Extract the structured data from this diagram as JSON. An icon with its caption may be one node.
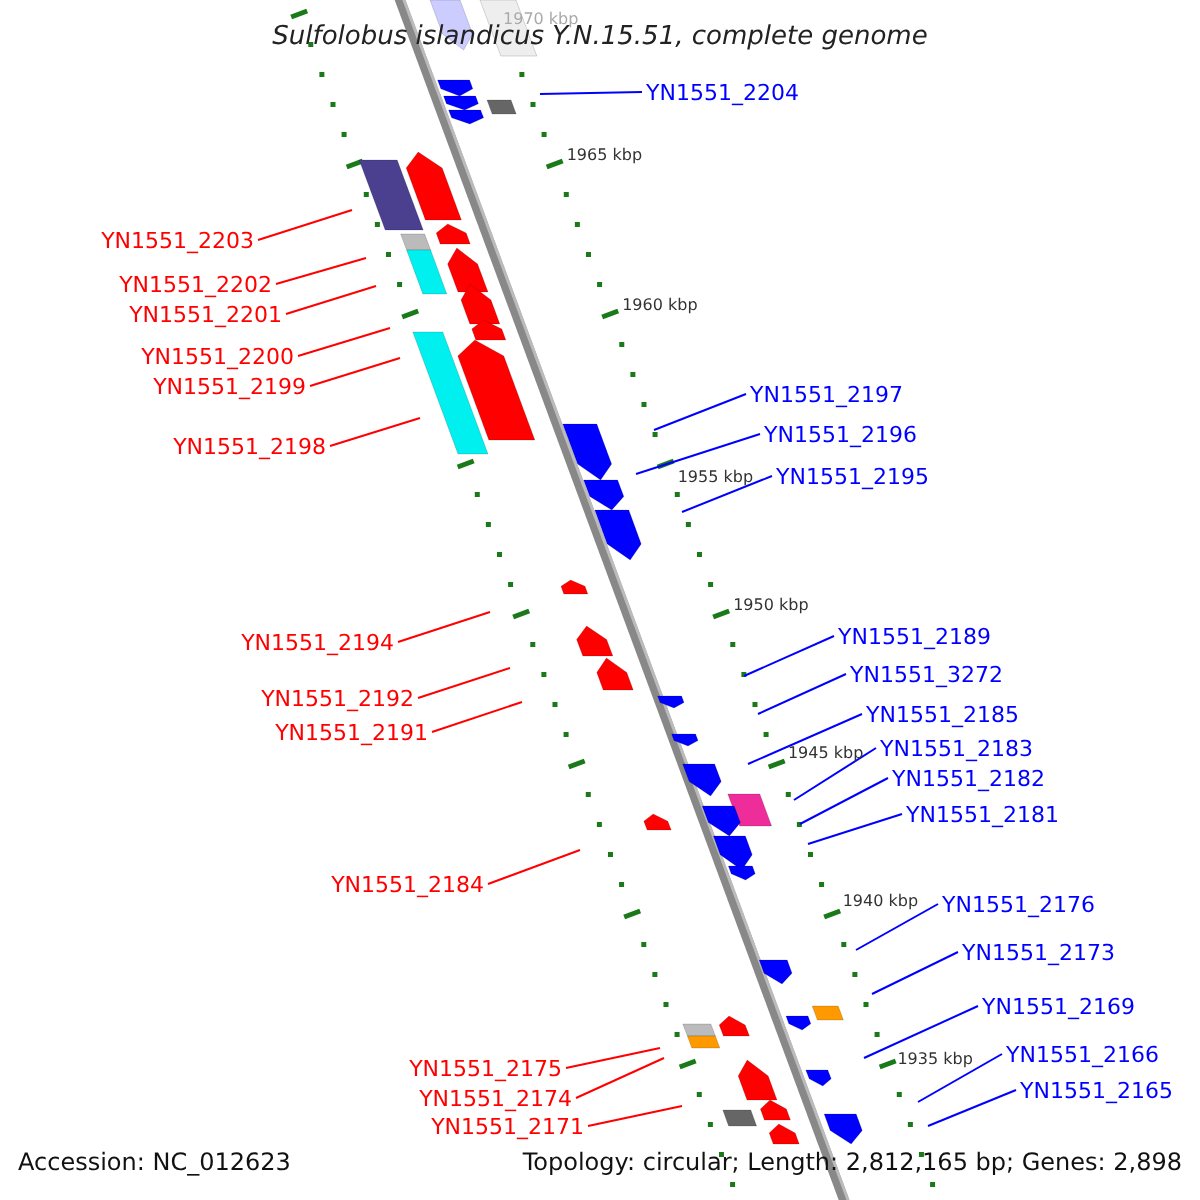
{
  "diagram": {
    "title": "Sulfolobus islandicus Y.N.15.51, complete genome",
    "nodes": [
      {
        "text": [
          "YN1551_2204"
        ]
      },
      {
        "text": [
          "YN1551_2203"
        ]
      },
      {
        "text": [
          "YN1551_2202"
        ]
      },
      {
        "text": [
          "YN1551_2201"
        ]
      },
      {
        "text": [
          "YN1551_2200"
        ]
      },
      {
        "text": [
          "YN1551_2199"
        ]
      },
      {
        "text": [
          "YN1551_2197"
        ]
      },
      {
        "text": [
          "YN1551_2196"
        ]
      },
      {
        "text": [
          "YN1551_2198"
        ]
      },
      {
        "text": [
          "YN1551_2195"
        ]
      },
      {
        "text": [
          "YN1551_2189"
        ]
      },
      {
        "text": [
          "YN1551_2194"
        ]
      },
      {
        "text": [
          "YN1551_3272"
        ]
      },
      {
        "text": [
          "YN1551_2192"
        ]
      },
      {
        "text": [
          "YN1551_2185"
        ]
      },
      {
        "text": [
          "YN1551_2191"
        ]
      },
      {
        "text": [
          "YN1551_2183"
        ]
      },
      {
        "text": [
          "YN1551_2182"
        ]
      },
      {
        "text": [
          "YN1551_2181"
        ]
      },
      {
        "text": [
          "YN1551_2184"
        ]
      },
      {
        "text": [
          "YN1551_2176"
        ]
      },
      {
        "text": [
          "YN1551_2173"
        ]
      },
      {
        "text": [
          "YN1551_2169"
        ]
      },
      {
        "text": [
          "YN1551_2166"
        ]
      },
      {
        "text": [
          "YN1551_2175"
        ]
      },
      {
        "text": [
          "YN1551_2165"
        ]
      },
      {
        "text": [
          "YN1551_2174"
        ]
      },
      {
        "text": [
          "YN1551_2171"
        ]
      }
    ],
    "edges": [
      {
        "from": 0,
        "to": null,
        "arrow": "none"
      },
      {
        "from": 1,
        "to": null,
        "arrow": "none",
        "color": "#ff0000"
      },
      {
        "from": 2,
        "to": null,
        "arrow": "none",
        "color": "#ff0000"
      },
      {
        "from": 3,
        "to": null,
        "arrow": "none",
        "color": "#ff0000"
      },
      {
        "from": 4,
        "to": null,
        "arrow": "none",
        "color": "#ff0000"
      },
      {
        "from": 5,
        "to": null,
        "arrow": "none",
        "color": "#ff0000"
      },
      {
        "from": 6,
        "to": null,
        "arrow": "none"
      },
      {
        "from": 7,
        "to": null,
        "arrow": "none"
      },
      {
        "from": 8,
        "to": null,
        "arrow": "none",
        "color": "#ff0000"
      },
      {
        "from": 9,
        "to": null,
        "arrow": "none"
      },
      {
        "from": 10,
        "to": null,
        "arrow": "none"
      },
      {
        "from": 11,
        "to": null,
        "arrow": "none",
        "color": "#ff0000"
      },
      {
        "from": 12,
        "to": null,
        "arrow": "none"
      },
      {
        "from": 13,
        "to": null,
        "arrow": "none",
        "color": "#ff0000"
      },
      {
        "from": 14,
        "to": null,
        "arrow": "none"
      },
      {
        "from": 15,
        "to": null,
        "arrow": "none",
        "color": "#ff0000"
      },
      {
        "from": 16,
        "to": null,
        "arrow": "none"
      },
      {
        "from": 17,
        "to": null,
        "arrow": "none"
      },
      {
        "from": 18,
        "to": null,
        "arrow": "none"
      },
      {
        "from": 19,
        "to": null,
        "arrow": "none",
        "color": "#ff0000"
      },
      {
        "from": 20,
        "to": null,
        "arrow": "none"
      },
      {
        "from": 21,
        "to": null,
        "arrow": "none"
      },
      {
        "from": 22,
        "to": null,
        "arrow": "none"
      },
      {
        "from": 23,
        "to": null,
        "arrow": "none"
      },
      {
        "from": 24,
        "to": null,
        "arrow": "none",
        "color": "#ff0000"
      },
      {
        "from": 25,
        "to": null,
        "arrow": "none"
      },
      {
        "from": 26,
        "to": null,
        "arrow": "none",
        "color": "#ff0000"
      },
      {
        "from": 27,
        "to": null,
        "arrow": "none",
        "color": "#ff0000"
      }
    ],
    "labels": [
      "1970 kbp",
      "1965 kbp",
      "1960 kbp",
      "1955 kbp",
      "1950 kbp",
      "1945 kbp",
      "1940 kbp",
      "1935 kbp",
      "Accession: NC_012623",
      "Topology: circular; Length: 2,812,165 bp; Genes: 2,898"
    ]
  }
}
